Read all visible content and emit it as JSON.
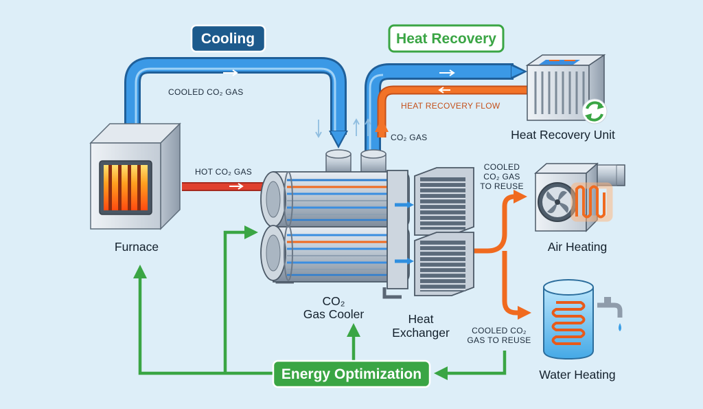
{
  "badges": {
    "cooling": "Cooling",
    "heat_recovery": "Heat Recovery",
    "energy_optimization": "Energy Optimization"
  },
  "flow_labels": {
    "cooled_gas_top": "COOLED CO₂ GAS",
    "heat_recovery_flow": "HEAT RECOVERY FLOW",
    "co2_gas": "CO₂ GAS",
    "hot_gas": "HOT CO₂ GAS",
    "reuse_top": [
      "COOLED",
      "CO₂ GAS",
      "TO REUSE"
    ],
    "reuse_bottom": [
      "COOLED CO₂",
      "GAS TO REUSE"
    ]
  },
  "components": {
    "furnace": "Furnace",
    "gas_cooler": [
      "CO₂",
      "Gas Cooler"
    ],
    "heat_exchanger": [
      "Heat",
      "Exchanger"
    ],
    "heat_recovery_unit": "Heat Recovery Unit",
    "air_heating": "Air Heating",
    "water_heating": "Water Heating"
  },
  "colors": {
    "cooling_blue": "#2f8fdf",
    "heat_orange": "#f06a1f",
    "hot_red": "#d93a2a",
    "optimization_green": "#3aa544",
    "badge_blue": "#1d5a8c"
  }
}
